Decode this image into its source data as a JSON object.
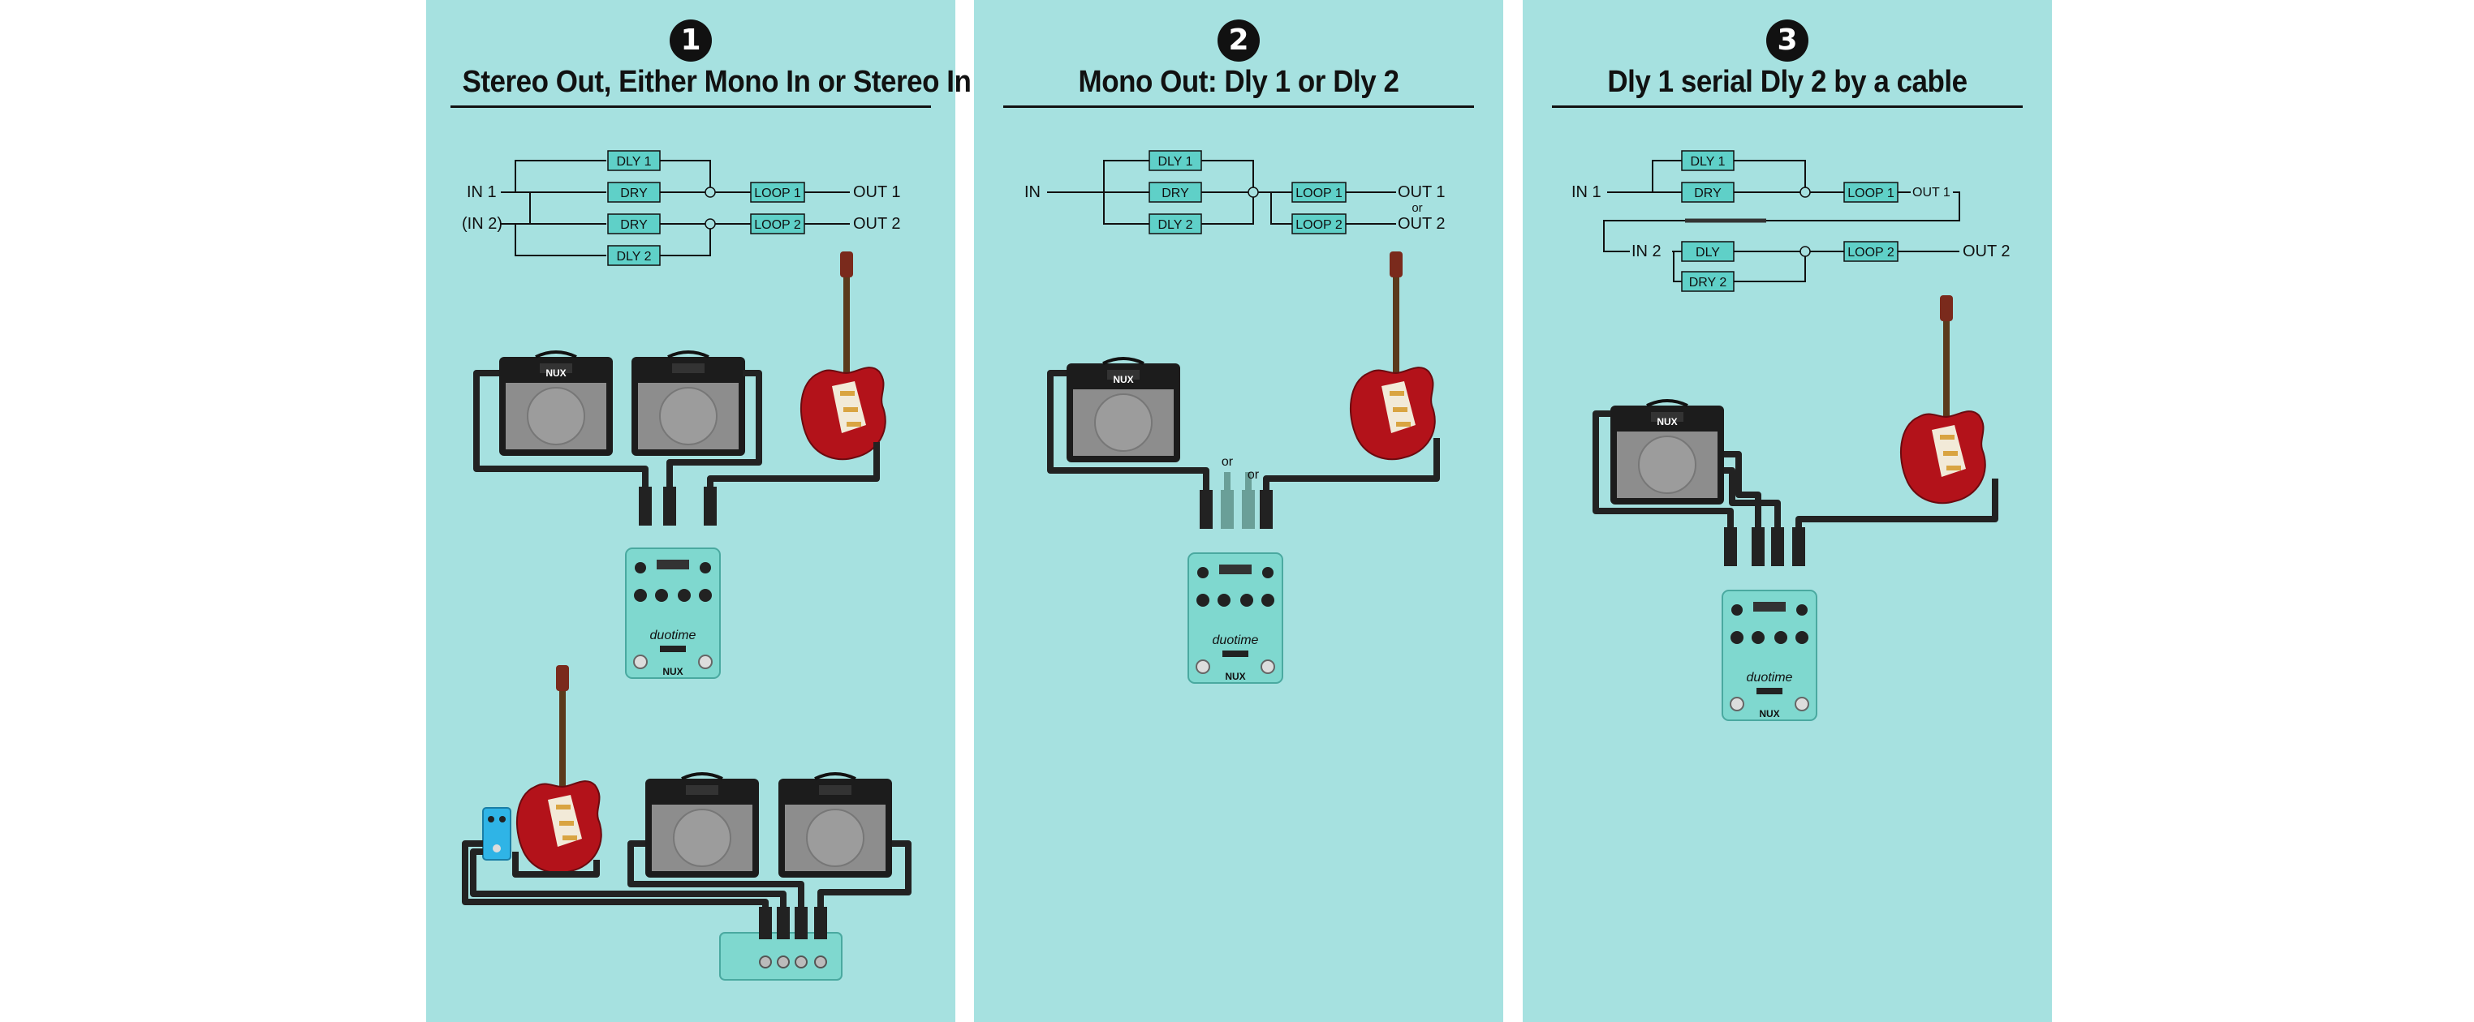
{
  "panels": [
    {
      "number": "1",
      "title": "Stereo Out, Either Mono In or Stereo In",
      "diagram": {
        "inputs": [
          "IN 1",
          "(IN 2)"
        ],
        "blocks": [
          "DLY 1",
          "DRY",
          "DRY",
          "DLY 2",
          "LOOP 1",
          "LOOP 2"
        ],
        "outputs": [
          "OUT 1",
          "OUT 2"
        ]
      }
    },
    {
      "number": "2",
      "title": "Mono Out: Dly 1 or Dly 2",
      "diagram": {
        "inputs": [
          "IN"
        ],
        "blocks": [
          "DLY 1",
          "DRY",
          "DLY 2",
          "LOOP 1",
          "LOOP 2"
        ],
        "outputs": [
          "OUT 1",
          "OUT 2"
        ],
        "or_label": "or"
      },
      "cable_labels": [
        "or",
        "or"
      ]
    },
    {
      "number": "3",
      "title": "Dly 1 serial Dly 2 by a cable",
      "diagram": {
        "inputs": [
          "IN 1",
          "IN 2"
        ],
        "blocks": [
          "DLY 1",
          "DRY",
          "LOOP 1",
          "DLY",
          "DRY 2",
          "LOOP 2"
        ],
        "outputs": [
          "OUT 1",
          "OUT 2"
        ]
      }
    }
  ],
  "device": {
    "pedal_brand": "NUX",
    "pedal_model": "duotime",
    "amp_brand": "NUX"
  },
  "colors": {
    "panel_bg": "#a6e1e0",
    "block_fill": "#5fd0c8",
    "pedal_body": "#7fd8cf",
    "guitar_red": "#b3121a",
    "amp_dark": "#1c1c1c",
    "blue_pedal": "#2fb4e6"
  }
}
